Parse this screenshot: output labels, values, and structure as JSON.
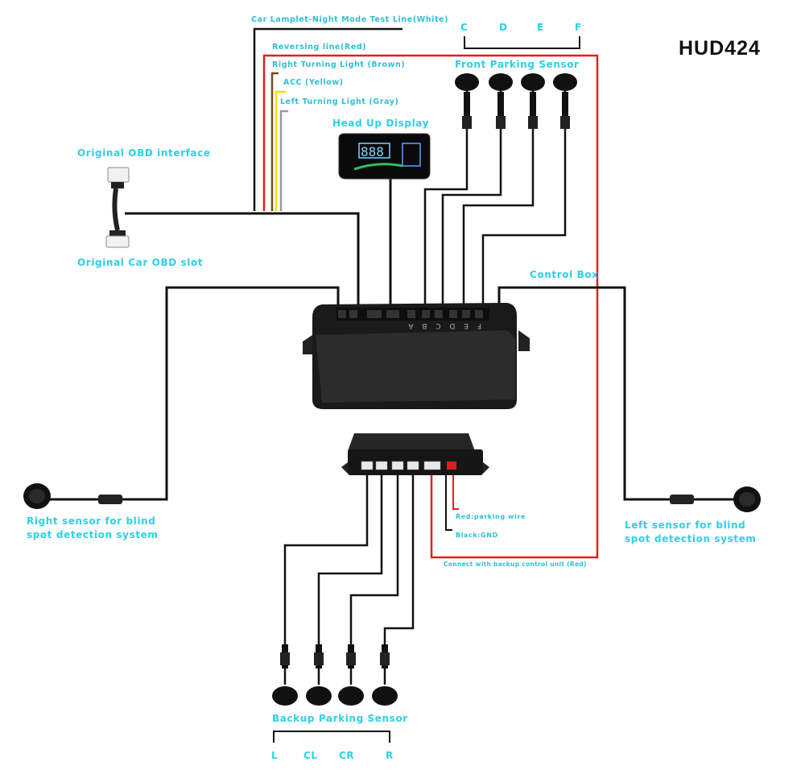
{
  "model": "HUD424",
  "wire_labels": {
    "white": "Car Lamplet-Night Mode Test Line(White)",
    "red": "Reversing line(Red)",
    "brown": "Right Turning Light (Brown)",
    "yellow": "ACC (Yellow)",
    "gray": "Left Turning Light (Gray)"
  },
  "components": {
    "front_sensor_title": "Front Parking Sensor",
    "front_sensor_letters": [
      "C",
      "D",
      "E",
      "F"
    ],
    "hud": "Head Up Display",
    "obd_interface": "Original  OBD interface",
    "obd_slot": "Original Car OBD slot",
    "control_box": "Control Box",
    "port_letters": "F E D C B A",
    "right_blind": [
      "Right sensor for blind",
      "spot detection system"
    ],
    "left_blind": [
      "Left sensor for blind",
      "spot detection system"
    ],
    "parking_wire": "Red:parking wire",
    "gnd": "Black:GND",
    "backup_connect": "Connect with backup control unit (Red)",
    "backup_sensor_title": "Backup Parking Sensor",
    "backup_sensor_letters": [
      "L",
      "CL",
      "CR",
      "R"
    ]
  },
  "colors": {
    "label": "#2fd0e6",
    "red_wire": "#e02020",
    "brown_wire": "#7a4a1a",
    "yellow_wire": "#f2e200",
    "gray_wire": "#9a9a9a",
    "black_wire": "#111111"
  }
}
